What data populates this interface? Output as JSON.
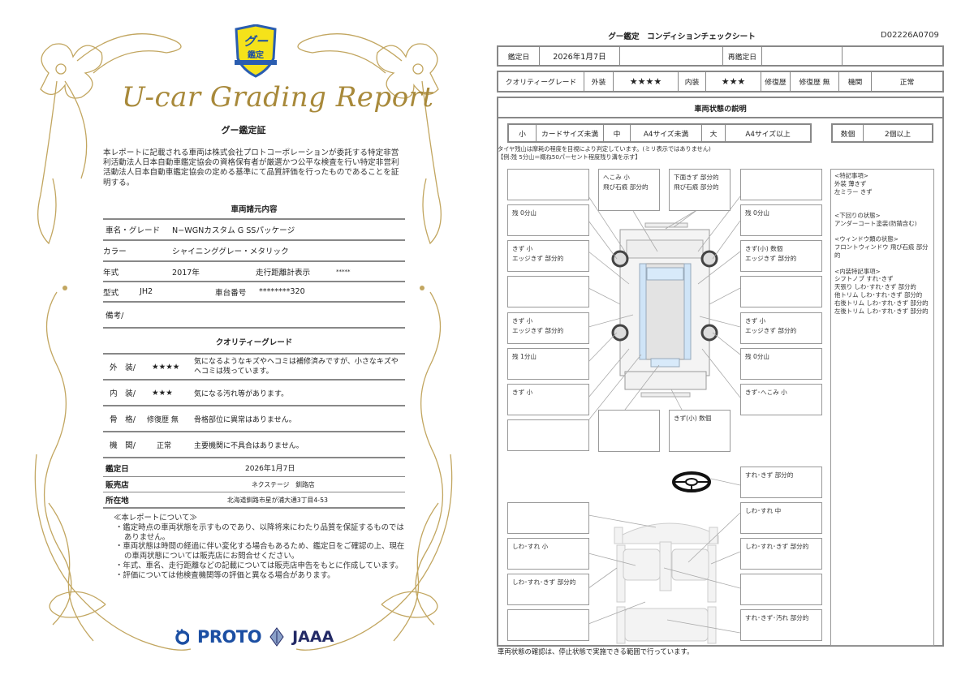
{
  "certificate": {
    "logo": {
      "line1": "グー",
      "line2": "鑑定"
    },
    "script_title": "U-car Grading Report",
    "title": "グー鑑定証",
    "intro": "本レポートに記載される車両は株式会社プロトコーポレーションが委託する特定非営利活動法人日本自動車鑑定協会の資格保有者が厳選かつ公平な検査を行い特定非営利活動法人日本自動車鑑定協会の定める基準にて品質評価を行ったものであることを証明する。",
    "specs_heading": "車両諸元内容",
    "specs": {
      "name_label": "車名・グレード",
      "name_value": "N−WGNカスタム G SSパッケージ",
      "color_label": "カラー",
      "color_value": "シャイニンググレー・メタリック",
      "year_label": "年式",
      "year_value": "2017年",
      "odometer_label": "走行距離計表示",
      "odometer_value": "*****",
      "model_label": "型式",
      "model_value": "JH2",
      "chassis_label": "車台番号",
      "chassis_value": "********320",
      "remarks_label": "備考/"
    },
    "grade_heading": "クオリティーグレード",
    "grades": [
      {
        "label": "外　装/",
        "value": "★★★★",
        "desc": "気になるようなキズやヘコミは補修済みですが、小さなキズやヘコミは残っています。"
      },
      {
        "label": "内　装/",
        "value": "★★★",
        "desc": "気になる汚れ等があります。"
      },
      {
        "label": "骨　格/",
        "value": "修復歴 無",
        "desc": "骨格部位に異常はありません。"
      },
      {
        "label": "機　関/",
        "value": "正常",
        "desc": "主要機関に不具合はありません。"
      }
    ],
    "info": {
      "date_label": "鑑定日",
      "date_value": "2026年1月7日",
      "shop_label": "販売店",
      "shop_value": "ネクステージ　釧路店",
      "address_label": "所在地",
      "address_value": "北海道釧路市星が浦大通3丁目4-53"
    },
    "notes_heading": "≪本レポートについて≫",
    "notes": [
      "・鑑定時点の車両状態を示すものであり、以降将来にわたり品質を保証するものではありません。",
      "・車両状態は時間の経過に伴い変化する場合もあるため、鑑定日をご確認の上、現在の車両状態については販売店にお問合せください。",
      "・年式、車名、走行距離などの記載については販売店申告をもとに作成しています。",
      "・評価については他検査機関等の評価と異なる場合があります。"
    ],
    "footer_logos": {
      "proto": "PROTO",
      "jaaa": "JAAA"
    },
    "accent_gold": "#a8893a"
  },
  "check_sheet": {
    "title": "グー鑑定　コンディションチェックシート",
    "code": "D02226A0709",
    "date_row": {
      "date_label": "鑑定日",
      "date_value": "2026年1月7日",
      "reappraisal_label": "再鑑定日",
      "reappraisal_value": ""
    },
    "grade_row": {
      "label": "クオリティーグレード",
      "exterior_label": "外装",
      "exterior_value": "★★★★",
      "interior_label": "内装",
      "interior_value": "★★★",
      "repair_label": "修復歴",
      "repair_value": "修復歴 無",
      "engine_label": "機関",
      "engine_value": "正常"
    },
    "section_title": "車両状態の説明",
    "size_legend": [
      {
        "k": "小",
        "v": "カードサイズ未満"
      },
      {
        "k": "中",
        "v": "A4サイズ未満"
      },
      {
        "k": "大",
        "v": "A4サイズ以上"
      }
    ],
    "count_legend": {
      "k": "数個",
      "v": "2個以上"
    },
    "tire_note_1": "タイヤ残山は摩耗の程度を目視により判定しています。(ミリ表示ではありません)",
    "tire_note_2": "【例:残 5分山＝概ね50パーセント程度残り溝を示す】",
    "exterior_boxes": {
      "left_1": "",
      "left_2": "残 0分山",
      "left_3": "きず 小\nエッジきず 部分的",
      "left_4": "",
      "left_5": "きず 小\nエッジきず 部分的",
      "left_6": "残 1分山",
      "left_7": "きず 小",
      "left_8": "",
      "top_mid": "へこみ 小\n飛び石痕 部分的",
      "top_right": "下面きず 部分的\n飛び石痕 部分的",
      "right_1": "",
      "right_2": "残 0分山",
      "right_3": "きず(小) 数個\nエッジきず 部分的",
      "right_4": "",
      "right_5": "きず 小\nエッジきず 部分的",
      "right_6": "残 0分山",
      "right_7": "きず･へこみ 小",
      "bottom_mid": "",
      "bottom_right": "きず(小) 数個"
    },
    "interior_boxes": {
      "steering": "すれ･きず 部分的",
      "left_1": "",
      "left_2": "しわ･すれ 小",
      "left_3": "しわ･すれ･きず 部分的",
      "left_4": "",
      "right_1": "しわ･すれ 中",
      "right_2": "しわ･すれ･きず 部分的",
      "right_3": "",
      "right_4": "すれ･きず･汚れ 部分的"
    },
    "special_notes": "<特記事項>\n外装 薄きず\n左ミラー きず\n\n\n<下回りの状態>\nアンダーコート塗装(防錆含む)\n\n<ウィンドウ類の状態>\nフロントウィンドウ 飛び石痕 部分的\n\n<内装特記事項>\nシフトノブ すれ･きず\n天張り しわ･すれ･きず 部分的\n他トリム しわ･すれ･きず 部分的\n右後トリム しわ･すれ･きず 部分的\n左後トリム しわ･すれ･きず 部分的",
    "footer": "車両状態の確認は、停止状態で実施できる範囲で行っています。"
  }
}
